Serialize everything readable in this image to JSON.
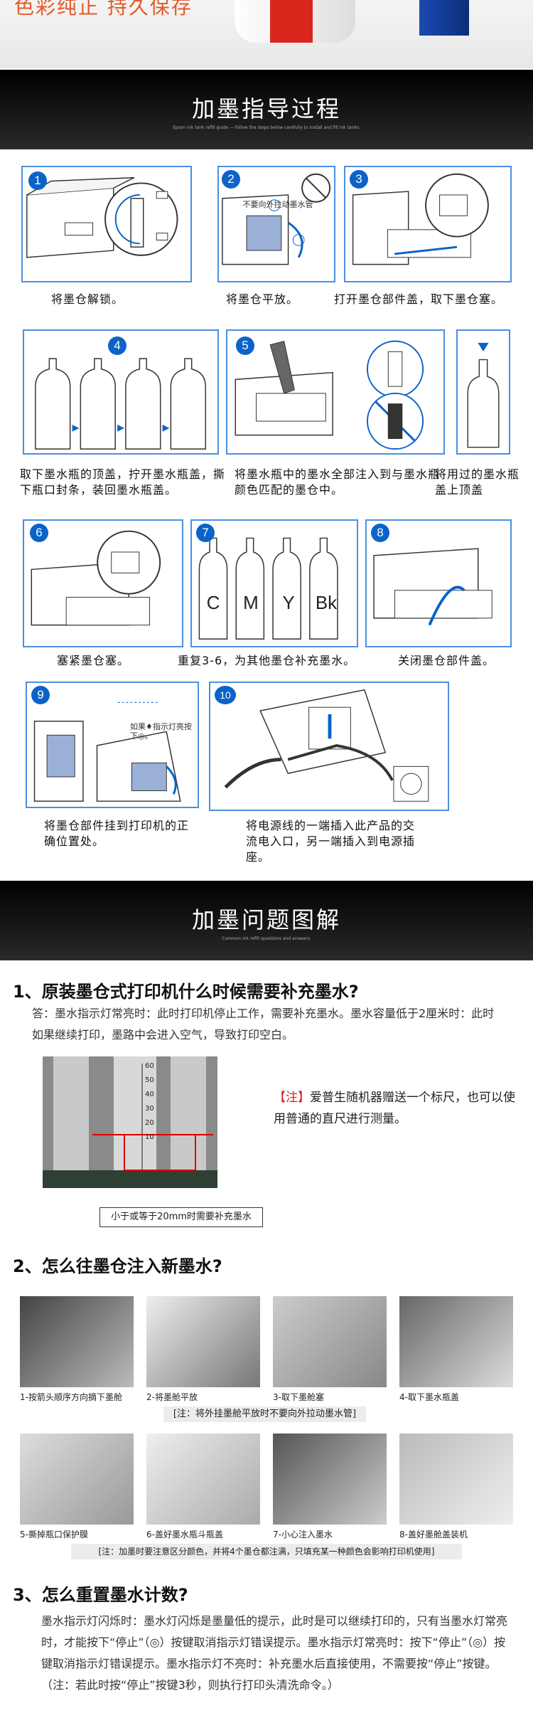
{
  "banner": {
    "slogan": "色彩纯正 持久保存"
  },
  "section1": {
    "title": "加墨指导过程",
    "subtitle": "Epson ink tank refill guide — follow the steps below carefully to install and fill ink tanks."
  },
  "steps": [
    {
      "num": "1",
      "caption": "将墨仓解锁。"
    },
    {
      "num": "2",
      "caption": "将墨仓平放。",
      "warning": "不要向外拉动墨水管"
    },
    {
      "num": "3",
      "caption": "打开墨仓部件盖，取下墨仓塞。"
    },
    {
      "num": "4",
      "caption": "取下墨水瓶的顶盖，拧开墨水瓶盖，撕下瓶口封条，装回墨水瓶盖。"
    },
    {
      "num": "5",
      "caption": "将墨水瓶中的墨水全部注入到与墨水瓶颜色匹配的墨仓中。"
    },
    {
      "num": "",
      "caption": "将用过的墨水瓶盖上顶盖"
    },
    {
      "num": "6",
      "caption": "塞紧墨仓塞。"
    },
    {
      "num": "7",
      "caption": "重复3-6，为其他墨仓补充墨水。",
      "bottles": [
        "C",
        "M",
        "Y",
        "Bk"
      ]
    },
    {
      "num": "8",
      "caption": "关闭墨仓部件盖。"
    },
    {
      "num": "9",
      "caption": "将墨仓部件挂到打印机的正确位置处。",
      "hint": "如果♦指示灯亮按下◎。"
    },
    {
      "num": "10",
      "caption": "将电源线的一端插入此产品的交流电入口，另一端插入到电源插座。"
    }
  ],
  "section2": {
    "title": "加墨问题图解",
    "subtitle": "Common ink refill questions and answers."
  },
  "q1": {
    "title": "1、原装墨仓式打印机什么时候需要补充墨水?",
    "answer": "答：墨水指示灯常亮时：此时打印机停止工作，需要补充墨水。墨水容量低于2厘米时：此时如果继续打印，墨路中会进入空气，导致打印空白。",
    "ruler_ticks": [
      "60",
      "50",
      "40",
      "30",
      "20",
      "10"
    ],
    "ruler_caption": "小于或等于20mm时需要补充墨水",
    "note_tag": "【注】",
    "note_text": "爱普生随机器赠送一个标尺，也可以使用普通的直尺进行测量。"
  },
  "q2": {
    "title": "2、怎么往墨仓注入新墨水?",
    "row1": [
      "1-按箭头顺序方向摘下墨舱",
      "2-将墨舱平放",
      "3-取下墨舱塞",
      "4-取下墨水瓶盖"
    ],
    "note1": "[注：将外挂墨舱平放时不要向外拉动墨水管]",
    "row2": [
      "5-撕掉瓶口保护膜",
      "6-盖好墨水瓶斗瓶盖",
      "7-小心注入墨水",
      "8-盖好墨舱盖装机"
    ],
    "note2": "[注：加墨时要注意区分颜色，并将4个墨仓都注满，只填充某一种颜色会影响打印机使用]"
  },
  "q3": {
    "title": "3、怎么重置墨水计数?",
    "text": "墨水指示灯闪烁时：墨水灯闪烁是墨量低的提示，此时是可以继续打印的，只有当墨水灯常亮时，才能按下“停止”（◎）按键取消指示灯错误提示。墨水指示灯常亮时：按下“停止”（◎）按键取消指示灯错误提示。墨水指示灯不亮时：补充墨水后直接使用，不需要按“停止”按键。（注：若此时按“停止”按键3秒，则执行打印头清洗命令。）"
  },
  "colors": {
    "accent": "#0a63c9",
    "border": "#4a90e2",
    "note": "#e02020"
  }
}
